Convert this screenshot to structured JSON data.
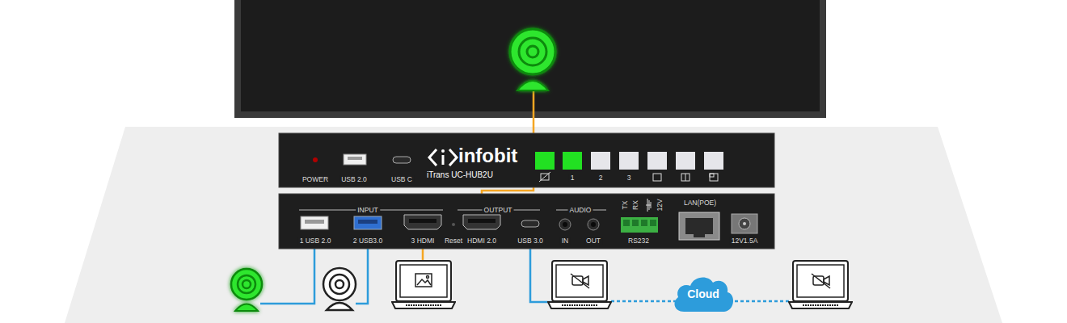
{
  "diagram": {
    "nodes": [
      {
        "text": [
          "infobit",
          "iTrans UC-HUB2U"
        ]
      },
      {
        "text": [
          "Cloud"
        ]
      }
    ],
    "labels": [
      "POWER",
      "USB 2.0",
      "USB C",
      "1",
      "2",
      "3",
      "INPUT",
      "OUTPUT",
      "AUDIO",
      "1 USB 2.0",
      "2 USB3.0",
      "3 HDMI",
      "Reset",
      "HDMI 2.0",
      "USB 3.0",
      "IN",
      "OUT",
      "RS232",
      "TX",
      "RX",
      "12V",
      "LAN(POE)",
      "12V1.5A"
    ]
  }
}
